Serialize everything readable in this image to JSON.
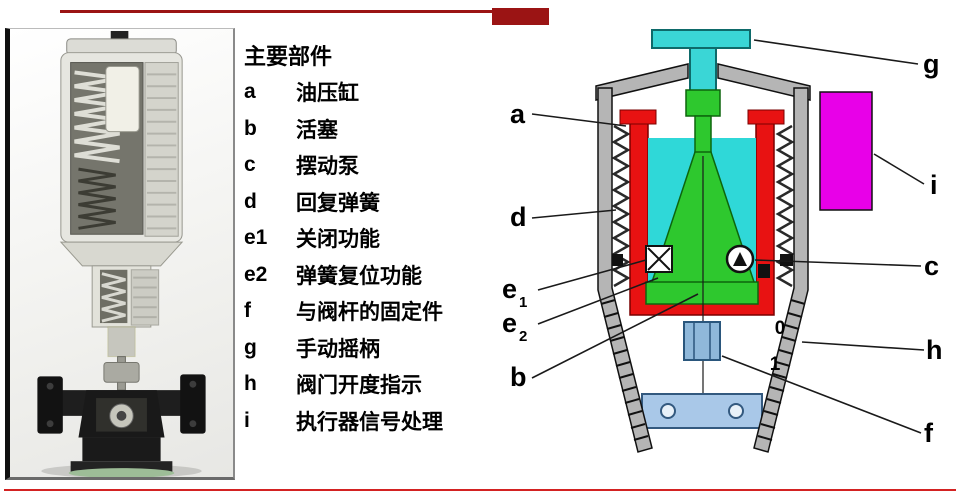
{
  "slide": {
    "accent_rule_color": "#9b1414",
    "bottom_rule_color": "#d32222"
  },
  "legend": {
    "title": "主要部件",
    "items": [
      {
        "key": "a",
        "label": "油压缸"
      },
      {
        "key": "b",
        "label": "活塞"
      },
      {
        "key": "c",
        "label": "摆动泵"
      },
      {
        "key": "d",
        "label": "回复弹簧"
      },
      {
        "key": "e1",
        "label": "关闭功能"
      },
      {
        "key": "e2",
        "label": "弹簧复位功能"
      },
      {
        "key": "f",
        "label": "与阀杆的固定件"
      },
      {
        "key": "g",
        "label": "手动摇柄"
      },
      {
        "key": "h",
        "label": "阀门开度指示"
      },
      {
        "key": "i",
        "label": "执行器信号处理"
      }
    ]
  },
  "diagram": {
    "callouts": {
      "a": "a",
      "b": "b",
      "c": "c",
      "d": "d",
      "e1": {
        "base": "e",
        "sub": "1"
      },
      "e2": {
        "base": "e",
        "sub": "2"
      },
      "f": "f",
      "g": "g",
      "h": "h",
      "i": "i"
    },
    "scale": {
      "zero": "0",
      "one": "1"
    },
    "colors": {
      "body": "#b5b5b5",
      "cylinder": "#e81212",
      "fluid": "#2fd8d8",
      "piston": "#2ec82e",
      "signal_box": "#e800e8",
      "hand_crank": "#3ad6d6",
      "stem_connector": "#8fb8da",
      "bracket": "#a9c8e8"
    }
  }
}
